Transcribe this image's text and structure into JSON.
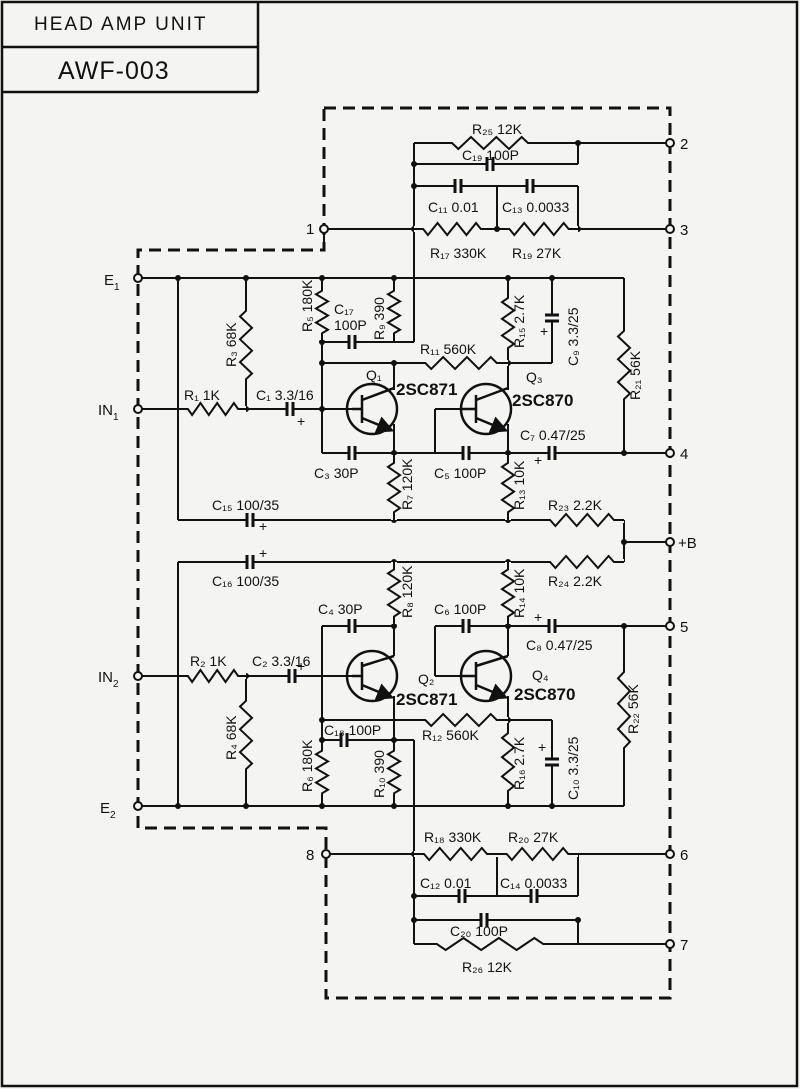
{
  "header": {
    "unit_title": "HEAD AMP UNIT",
    "model": "AWF-003"
  },
  "terminals": {
    "t1": "1",
    "t2": "2",
    "t3": "3",
    "t4": "4",
    "t5": "5",
    "t6": "6",
    "t7": "7",
    "t8": "8",
    "e1": "E",
    "e1_sub": "1",
    "e2": "E",
    "e2_sub": "2",
    "in1": "IN",
    "in1_sub": "1",
    "in2": "IN",
    "in2_sub": "2",
    "bplus": "+B"
  },
  "components": {
    "r1": "R₁ 1K",
    "r2": "R₂ 1K",
    "r3": "R₃ 68K",
    "r4": "R₄ 68K",
    "r5": "R₅ 180K",
    "r6": "R₆ 180K",
    "r7": "R₇ 120K",
    "r8": "R₈ 120K",
    "r9": "R₉ 390",
    "r10": "R₁₀ 390",
    "r11": "R₁₁ 560K",
    "r12": "R₁₂ 560K",
    "r13": "R₁₃ 10K",
    "r14": "R₁₄ 10K",
    "r15": "R₁₅ 2.7K",
    "r16": "R₁₆ 2.7K",
    "r17": "R₁₇ 330K",
    "r18": "R₁₈ 330K",
    "r19": "R₁₉ 27K",
    "r20": "R₂₀ 27K",
    "r21": "R₂₁ 56K",
    "r22": "R₂₂ 56K",
    "r23": "R₂₃ 2.2K",
    "r24": "R₂₄ 2.2K",
    "r25": "R₂₅ 12K",
    "r26": "R₂₆ 12K",
    "c1": "C₁ 3.3/16",
    "c2": "C₂ 3.3/16",
    "c3": "C₃ 30P",
    "c4": "C₄ 30P",
    "c5": "C₅ 100P",
    "c6": "C₆ 100P",
    "c7": "C₇ 0.47/25",
    "c8": "C₈ 0.47/25",
    "c9": "C₉ 3.3/25",
    "c10": "C₁₀ 3.3/25",
    "c11": "C₁₁ 0.01",
    "c12": "C₁₂ 0.01",
    "c13": "C₁₃ 0.0033",
    "c14": "C₁₄ 0.0033",
    "c15": "C₁₅ 100/35",
    "c16": "C₁₆ 100/35",
    "c17_name": "C₁₇",
    "c17_val": "100P",
    "c18": "C₁₈ 100P",
    "c19": "C₁₉ 100P",
    "c20": "C₂₀ 100P",
    "q1": "Q₁",
    "q2": "Q₂",
    "q3": "Q₃",
    "q4": "Q₄",
    "q1_type": "2SC871",
    "q2_type": "2SC871",
    "q3_type": "2SC870",
    "q4_type": "2SC870"
  }
}
